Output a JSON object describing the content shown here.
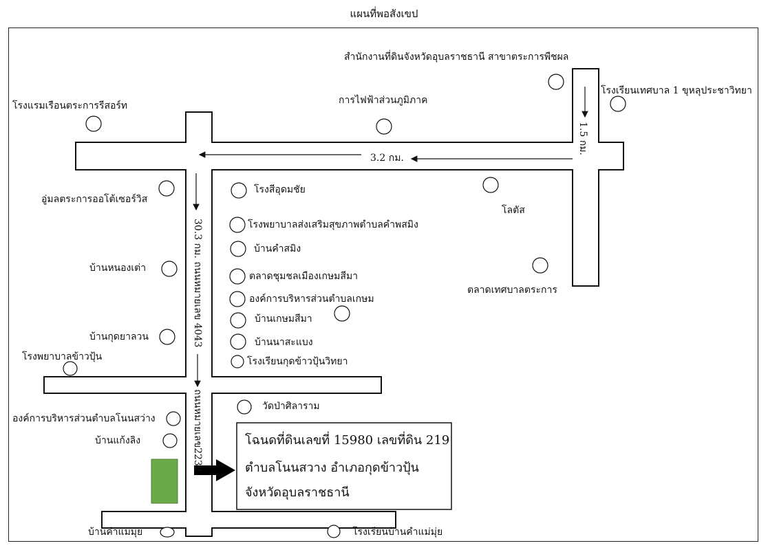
{
  "map_title": "แผนที่พอสังเขป",
  "distances": {
    "d1": "1.5 กม.",
    "d2": "3.2 กม.",
    "d3": "30.3 กม. ถนนหมายเลข 4043",
    "d4": "ถนนหมายเลข2232"
  },
  "places": {
    "land_office": "สำนักงานที่ดินจังหวัดอุบลราชธานี สาขาตระการพืชผล",
    "school1": "โรงเรียนเทศบาล 1 ขุหลุประชาวิทยา",
    "pea": "การไฟฟ้าส่วนภูมิภาค",
    "hotel": "โรงแรมเรือนตระการรีสอร์ท",
    "garage": "อู่มลตระการออโต้เซอร์วิส",
    "mill": "โรงสีอุดมชัย",
    "lotus": "โลตัส",
    "hospital_rural": "โรงพยาบาลส่งเสริมสุขภาพตำบลคำพสมิง",
    "kham_saming": "บ้านคำสมิง",
    "nong_tao": "บ้านหนองเต่า",
    "market_community": "ตลาดชุมชลเมืองเกษมสีมา",
    "market_municipal": "ตลาดเทศบาลตระการ",
    "sao_kasem": "องค์การบริหารส่วนตำบลเกษม",
    "kasem_sima": "บ้านเกษมสีมา",
    "kut_ya_luan": "บ้านกุดยาลวน",
    "na_sabaeng": "บ้านนาสะแบง",
    "hospital_kkp": "โรงพยาบาลข้าวปุ้น",
    "school_kkp": "โรงเรียนกุดข้าวปุ้นวิทยา",
    "temple": "วัดป่าศิลาราม",
    "sao_non_sawang": "องค์การบริหารส่วนตำบลโนนสว่าง",
    "kaeng_ling": "บ้านแก้งลิง",
    "kham_mae_mui": "บ้านคำแม่มุ่ย",
    "school_kham_mae_mui": "โรงเรียนบ้านคำแม่มุ่ย"
  },
  "parcel": {
    "line1": "โฉนดที่ดินเลขที่ 15980 เลขที่ดิน 219",
    "line2": "ตำบลโนนสวาง อำเภอกุดข้าวปุ้น",
    "line3": "จังหวัดอุบลราชธานี"
  },
  "colors": {
    "parcel_fill": "#6aaa4a",
    "line": "#111111"
  }
}
